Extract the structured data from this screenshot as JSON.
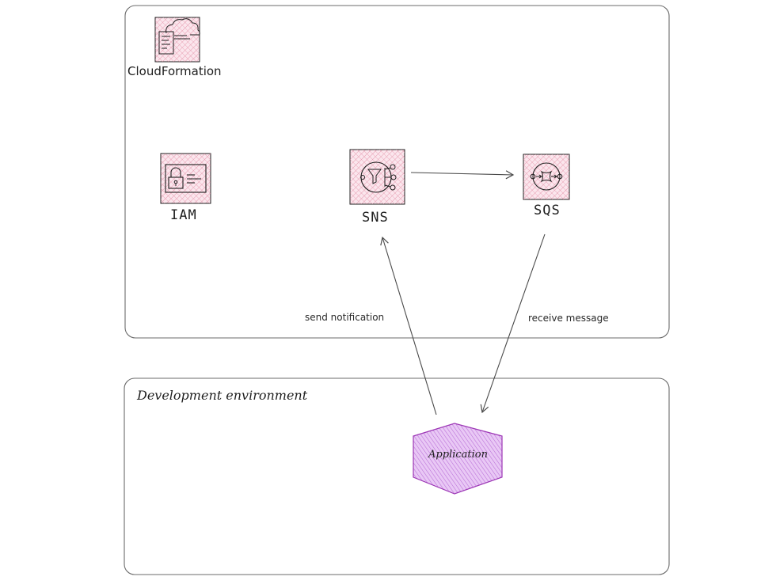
{
  "nodes": {
    "cloudformation": {
      "label": "CloudFormation",
      "icon": "cloudformation-icon"
    },
    "iam": {
      "label": "IAM",
      "icon": "iam-icon"
    },
    "sns": {
      "label": "SNS",
      "icon": "sns-icon"
    },
    "sqs": {
      "label": "SQS",
      "icon": "sqs-icon"
    },
    "application": {
      "label": "Application"
    }
  },
  "edges": {
    "sns_to_sqs": {
      "label": ""
    },
    "send_notification": {
      "label": "send notification"
    },
    "receive_message": {
      "label": "receive message"
    }
  },
  "groups": {
    "dev_environment": {
      "label": "Development environment"
    }
  },
  "colors": {
    "icon_fill": "#fbdde6",
    "icon_stroke": "#1e1e1e",
    "app_fill": "#dca6f0",
    "app_stroke": "#9c36b5",
    "frame_stroke": "#6b6b6b"
  }
}
